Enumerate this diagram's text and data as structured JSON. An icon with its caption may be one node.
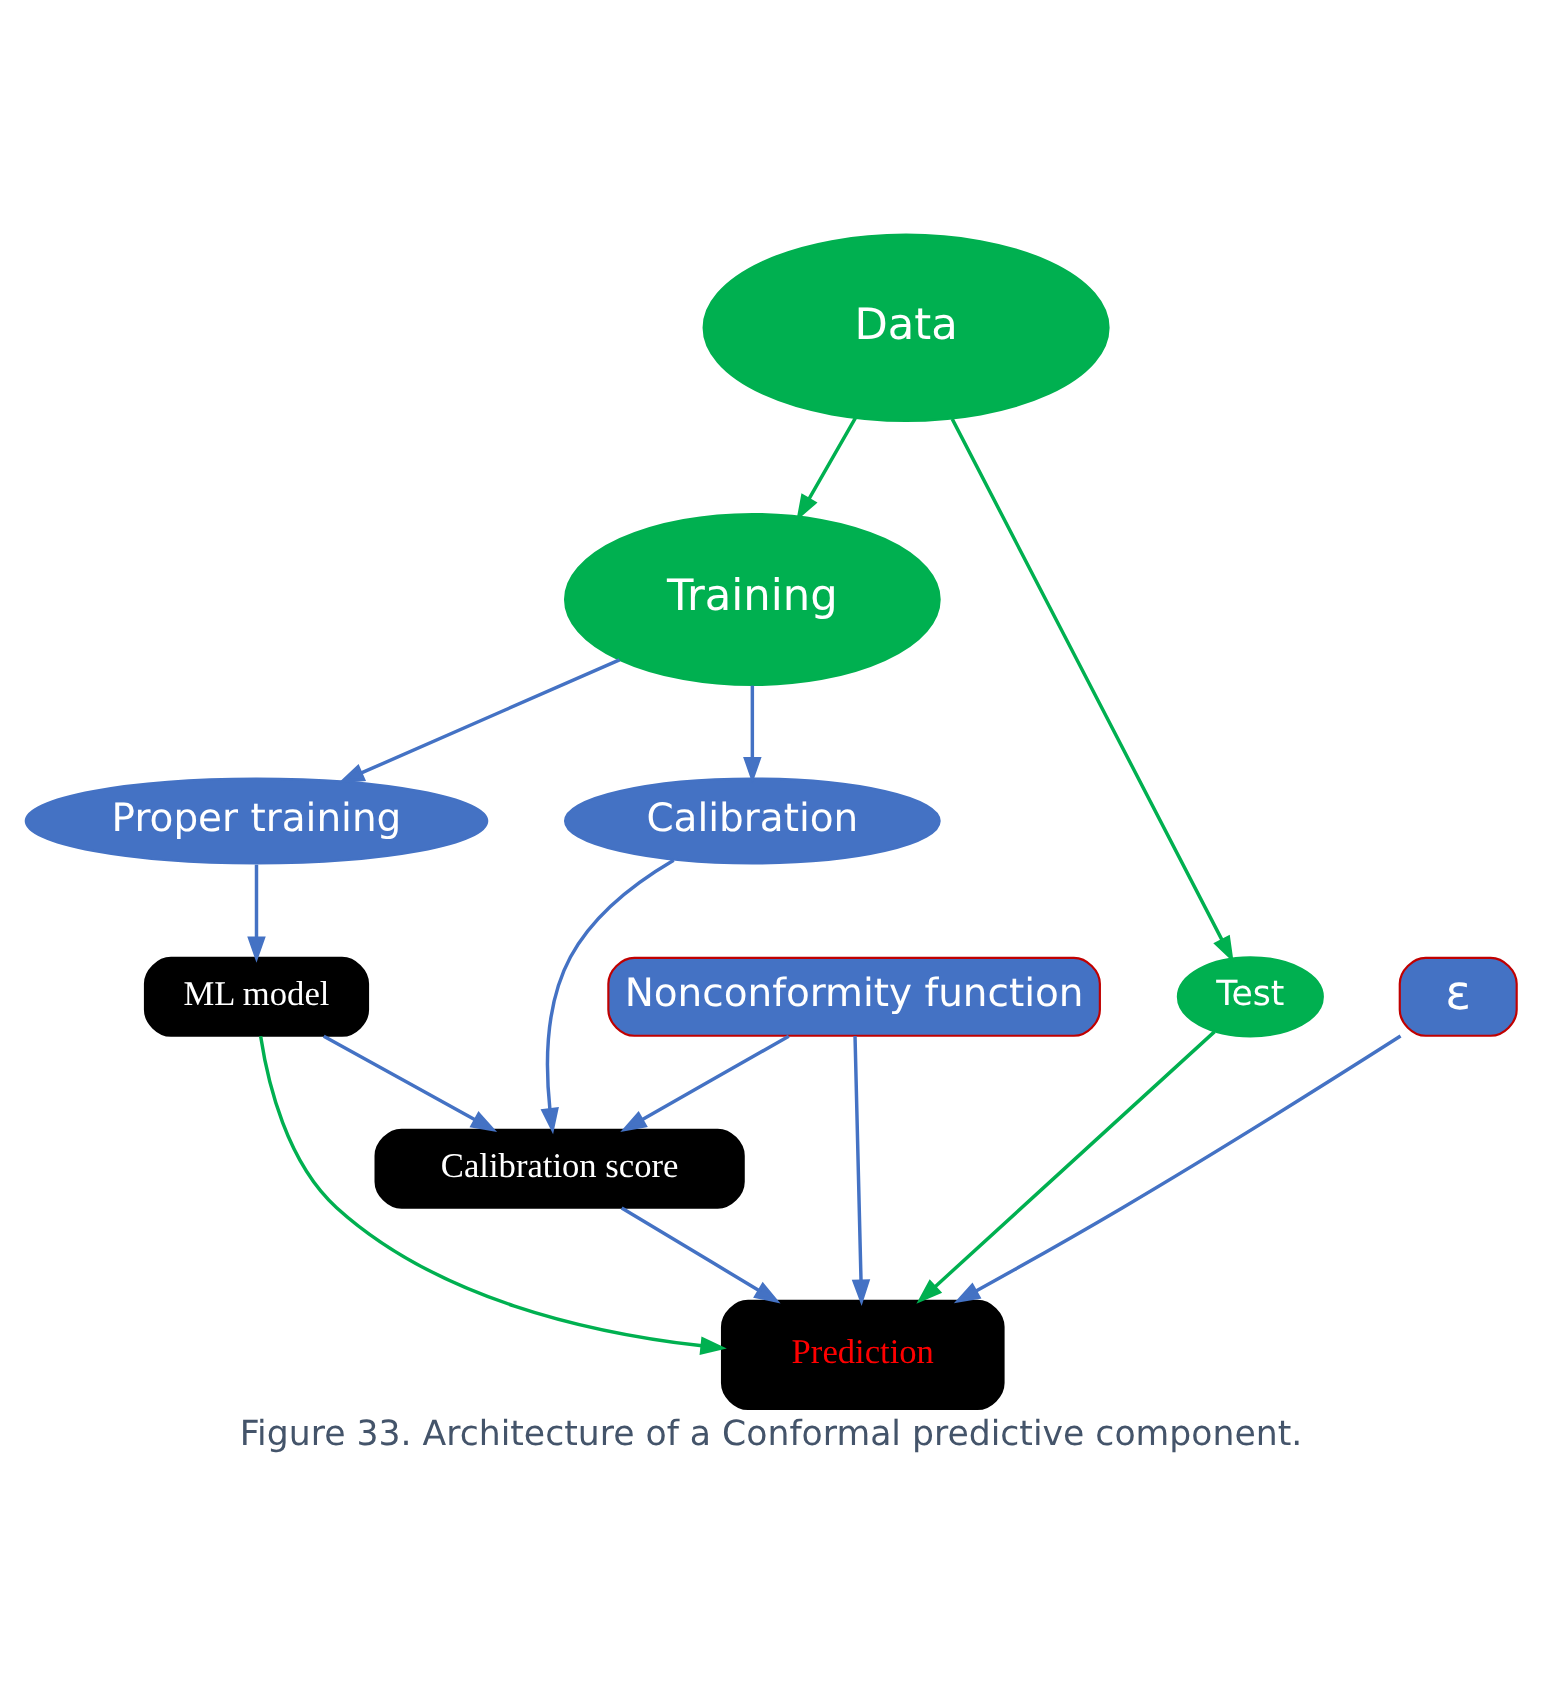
{
  "diagram": {
    "caption": "Figure 33. Architecture of a Conformal predictive component.",
    "nodes": [
      {
        "text": [
          "Data"
        ]
      },
      {
        "text": [
          "Training"
        ]
      },
      {
        "text": [
          "Test"
        ]
      },
      {
        "text": [
          "Proper training"
        ]
      },
      {
        "text": [
          "Calibration"
        ]
      },
      {
        "text": [
          "Nonconformity function"
        ]
      },
      {
        "text": [
          "ML model"
        ]
      },
      {
        "text": [
          "ε"
        ]
      },
      {
        "text": [
          "Calibration score"
        ]
      },
      {
        "text": [
          "Prediction"
        ]
      }
    ],
    "edges": [
      {
        "from": 0,
        "to": 1,
        "arrow": "to",
        "color": "#00b050"
      },
      {
        "from": 0,
        "to": 2,
        "arrow": "to",
        "color": "#00b050"
      },
      {
        "from": 1,
        "to": 3,
        "arrow": "to"
      },
      {
        "from": 1,
        "to": 4,
        "arrow": "to"
      },
      {
        "from": 3,
        "to": 6,
        "arrow": "to"
      },
      {
        "from": 4,
        "to": 8,
        "arrow": "to"
      },
      {
        "from": 2,
        "to": 9,
        "arrow": "to",
        "color": "#00b050"
      },
      {
        "from": 6,
        "to": 8,
        "arrow": "to"
      },
      {
        "from": 6,
        "to": 9,
        "arrow": "to",
        "color": "#00b050"
      },
      {
        "from": 5,
        "to": 8,
        "arrow": "to"
      },
      {
        "from": 5,
        "to": 9,
        "arrow": "to"
      },
      {
        "from": 7,
        "to": 9,
        "arrow": "to"
      },
      {
        "from": 8,
        "to": 9,
        "arrow": "to"
      }
    ]
  }
}
